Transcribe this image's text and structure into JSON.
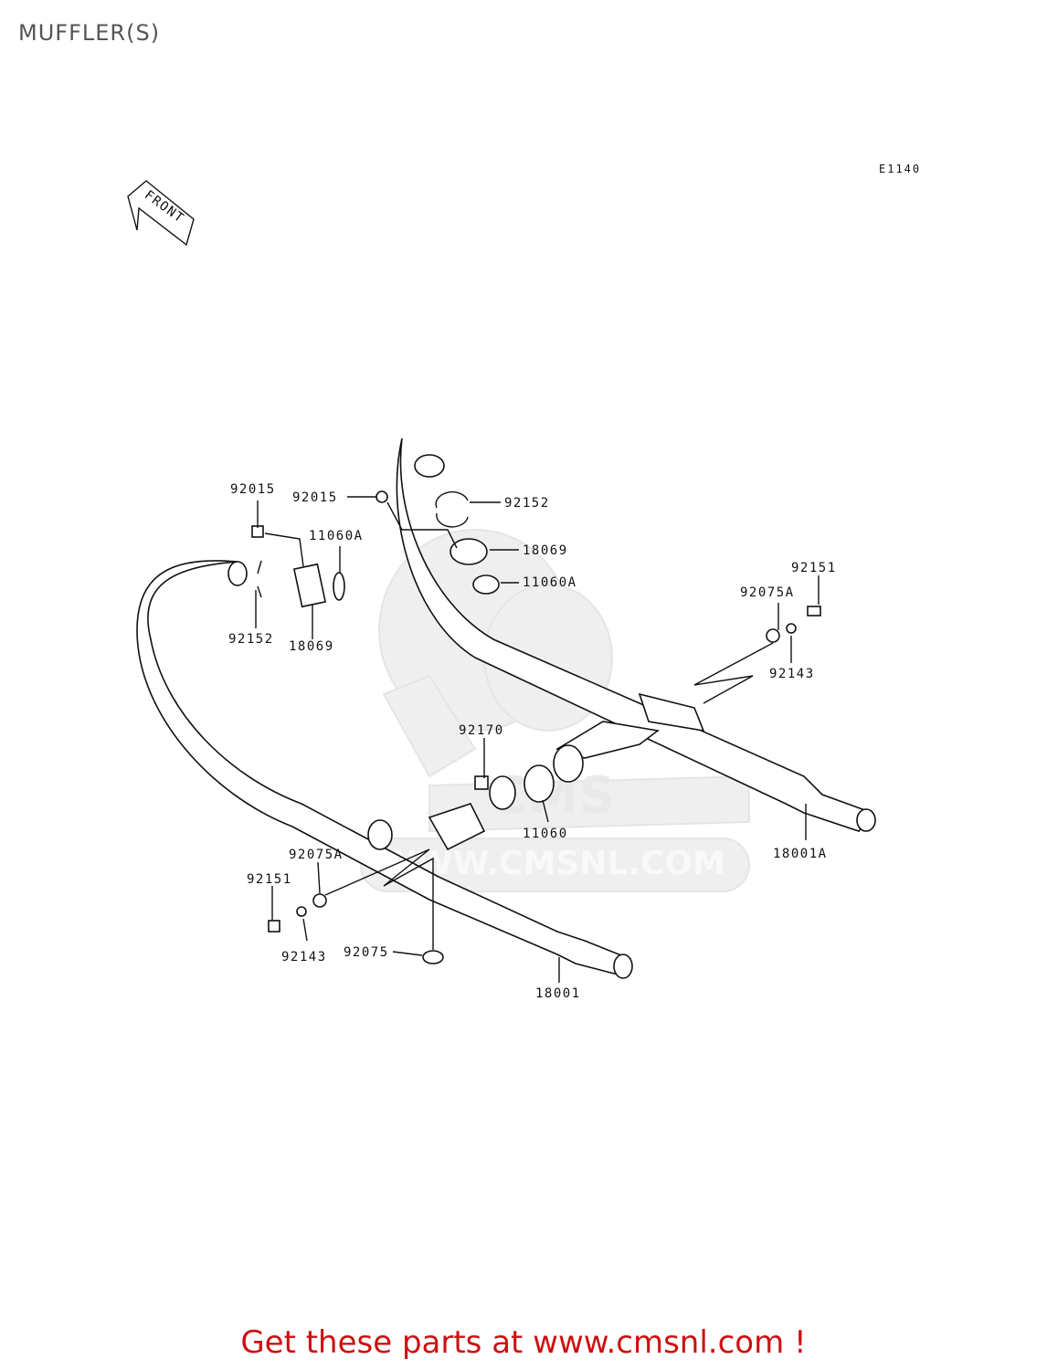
{
  "header": {
    "title": "MUFFLER(S)",
    "diagram_code": "E1140"
  },
  "front_arrow": {
    "label": "FRONT"
  },
  "watermark": {
    "text": "WWW.CMSNL.COM",
    "logo_text": "CMS"
  },
  "parts": {
    "p92015_left": "92015",
    "p92015_right": "92015",
    "p11060A_left": "11060A",
    "p11060A_right": "11060A",
    "p92152_left": "92152",
    "p92152_right": "92152",
    "p18069_left": "18069",
    "p18069_right": "18069",
    "p92151_right": "92151",
    "p92075A_right": "92075A",
    "p92143_right": "92143",
    "p92170": "92170",
    "p11060": "11060",
    "p18001A": "18001A",
    "p92075A_left": "92075A",
    "p92151_left": "92151",
    "p92143_left": "92143",
    "p92075": "92075",
    "p18001": "18001"
  },
  "footer": {
    "link_text": "Get these parts at www.cmsnl.com !"
  }
}
